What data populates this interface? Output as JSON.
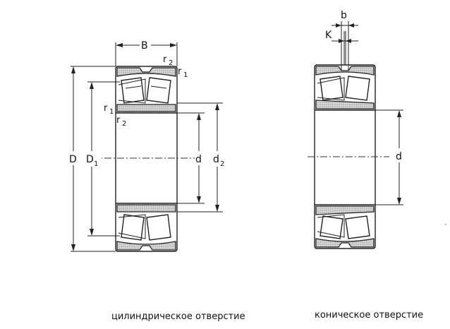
{
  "left_drawing": {
    "labels": {
      "B": "B",
      "r2_top": "r",
      "r2_top_sub": "2",
      "r1_top": "r",
      "r1_top_sub": "1",
      "r1_left": "r",
      "r1_left_sub": "1",
      "r2_left": "r",
      "r2_left_sub": "2",
      "D": "D",
      "D1": "D",
      "D1_sub": "1",
      "d": "d",
      "d2": "d",
      "d2_sub": "2"
    },
    "caption": "цилиндрическое отверстие"
  },
  "right_drawing": {
    "labels": {
      "b": "b",
      "K": "K",
      "d": "d"
    },
    "caption": "коническое отверстие"
  },
  "colors": {
    "line": "#222222",
    "hatch_dot": "#8a8a8a",
    "background": "#ffffff"
  }
}
